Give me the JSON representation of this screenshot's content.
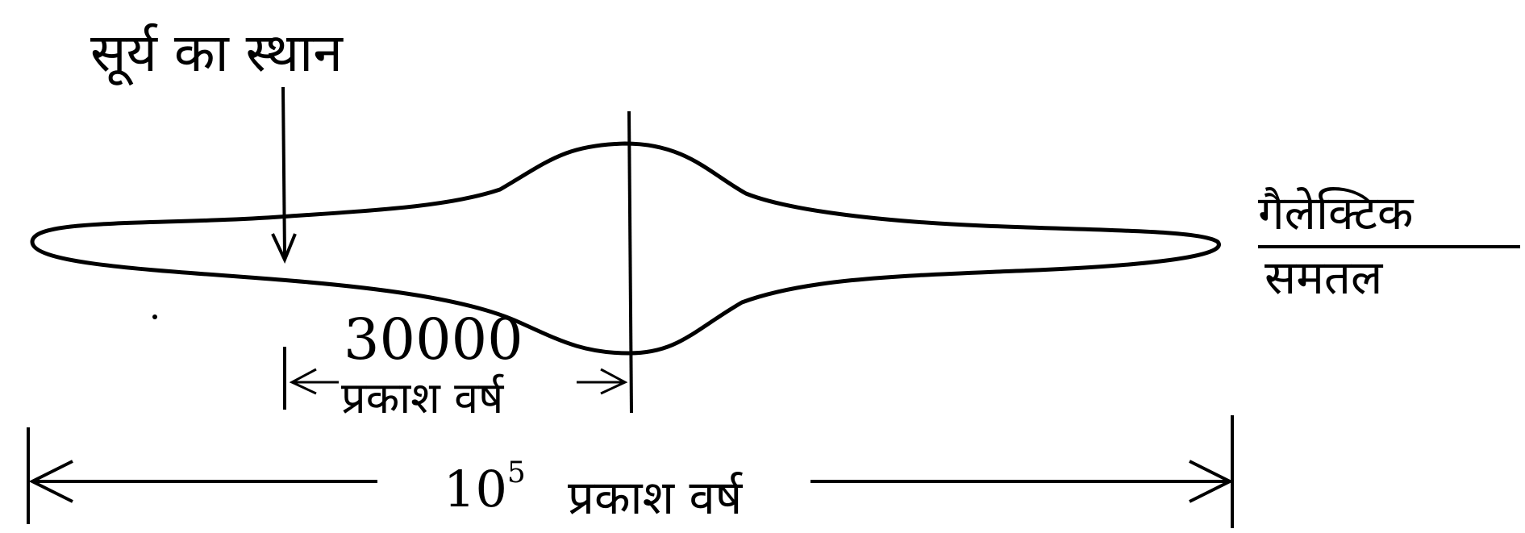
{
  "labels": {
    "sun_position": "सूर्य का स्थान",
    "galactic_plane_line1": "गैलेक्टिक",
    "galactic_plane_line2": "समतल",
    "sun_distance_value": "30000",
    "sun_distance_unit": "प्रकाश वर्ष",
    "diameter_base": "10",
    "diameter_exponent": "5",
    "diameter_unit": "प्रकाश वर्ष"
  },
  "colors": {
    "stroke": "#000000",
    "background": "#ffffff"
  }
}
